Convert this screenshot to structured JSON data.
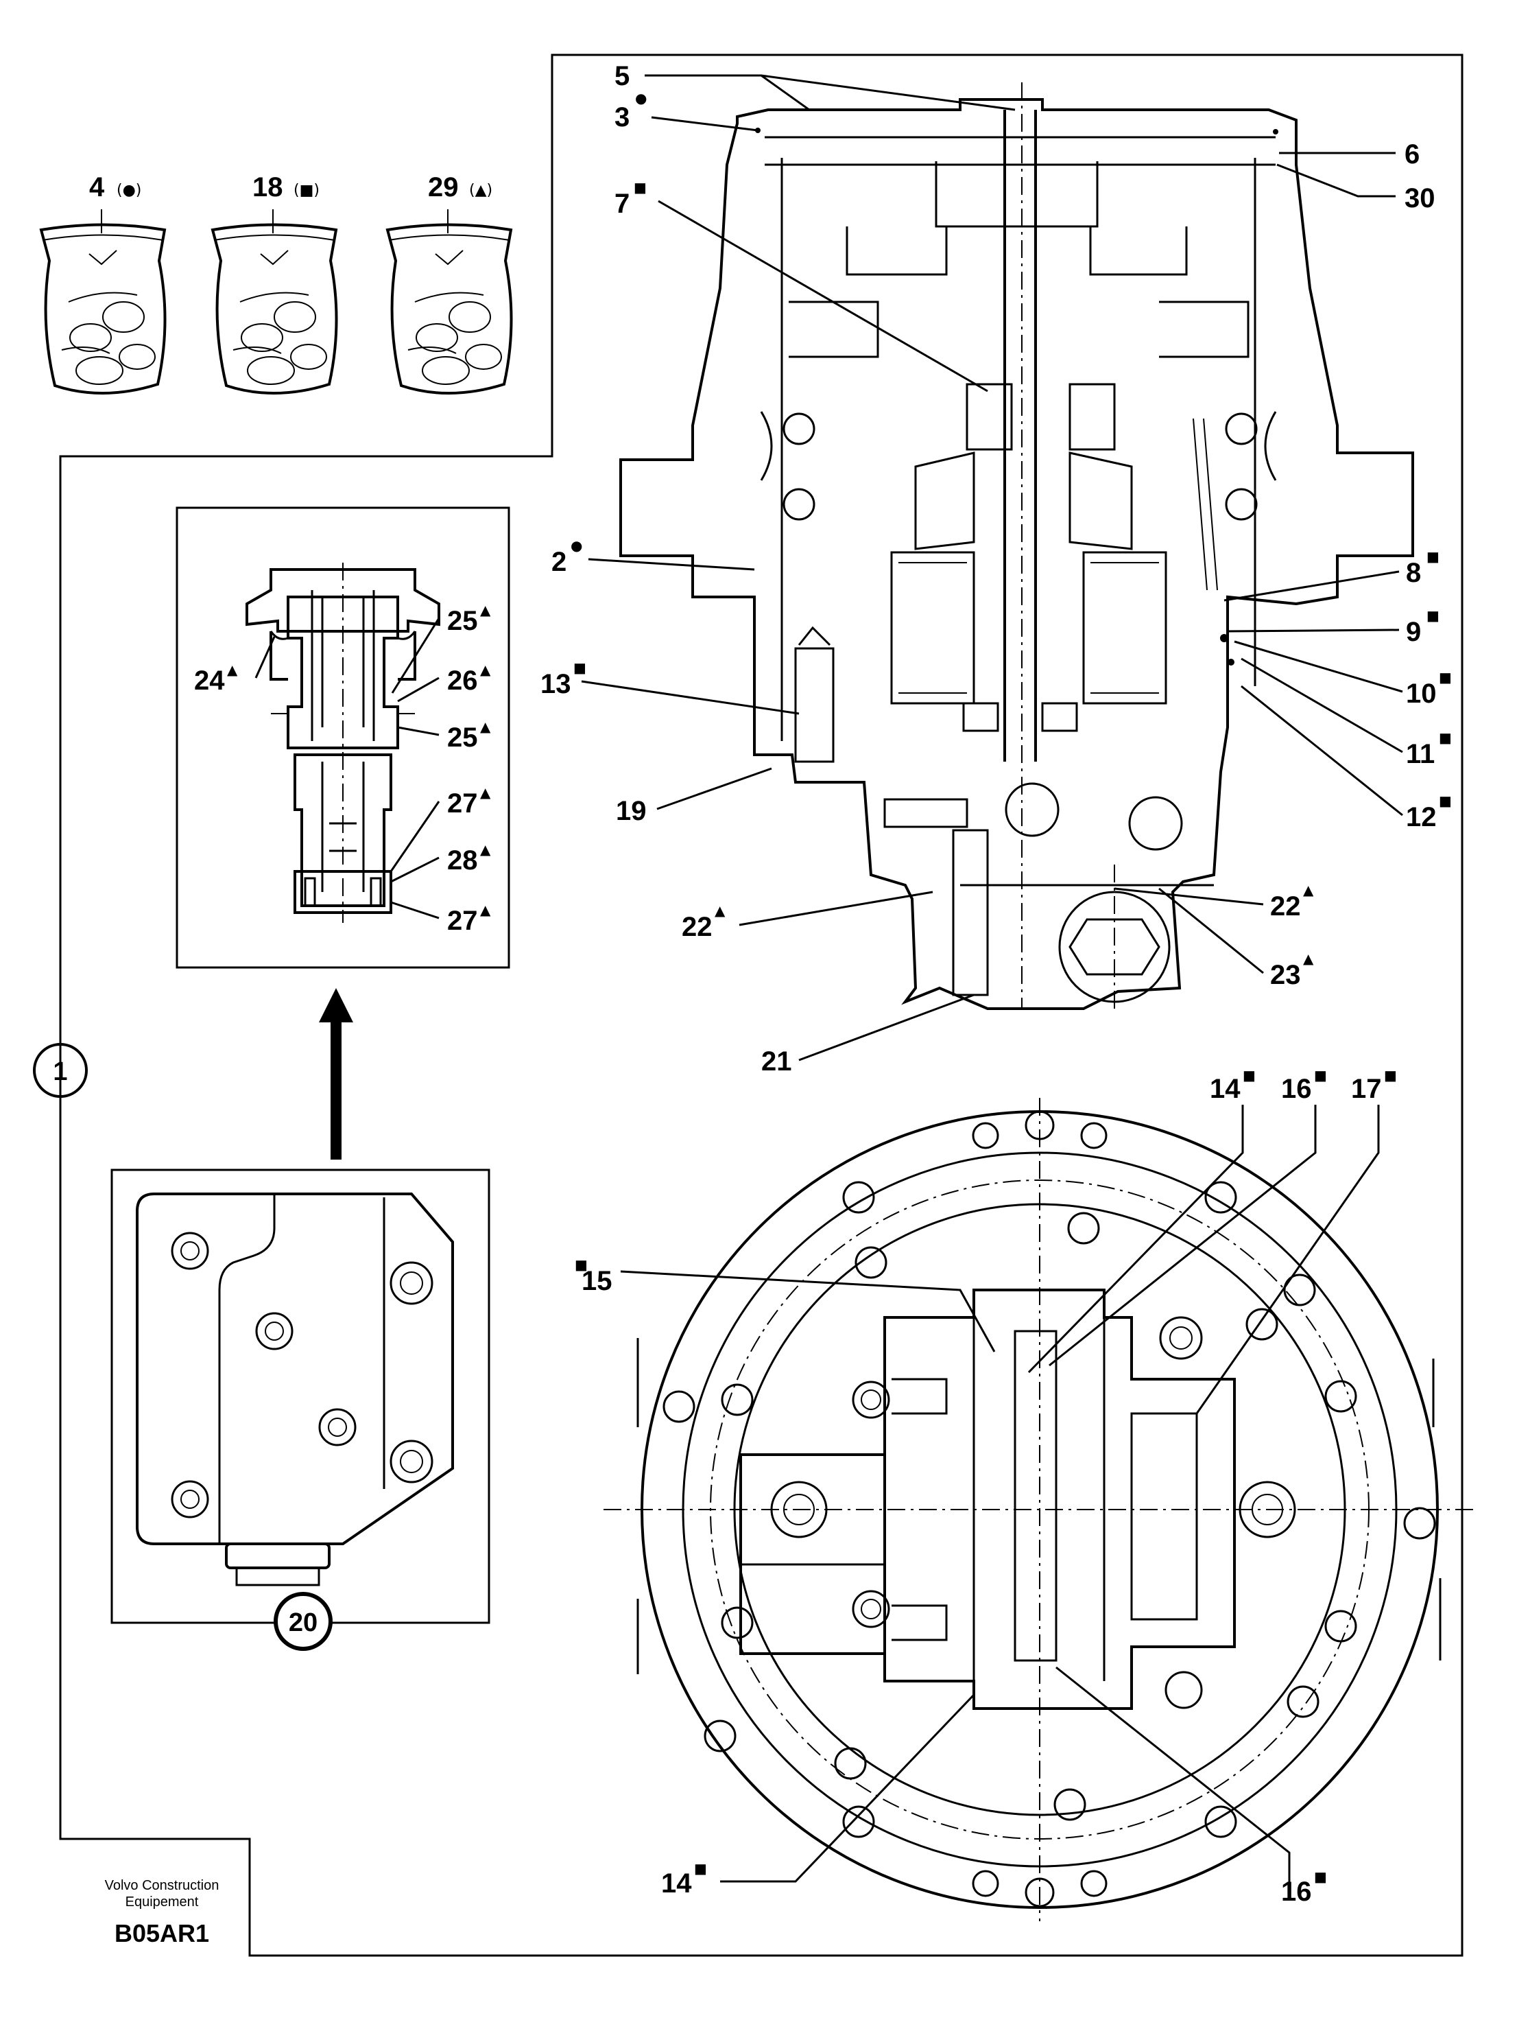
{
  "document": {
    "reference_code": "B05AR1",
    "publisher_line1": "Volvo Construction",
    "publisher_line2": "Equipement"
  },
  "kits": [
    {
      "number": "4",
      "marker": "(●)"
    },
    {
      "number": "18",
      "marker": "(■)"
    },
    {
      "number": "29",
      "marker": "(▲)"
    }
  ],
  "callouts": {
    "c5": {
      "number": "5",
      "marker": ""
    },
    "c3": {
      "number": "3",
      "marker": "●"
    },
    "c6": {
      "number": "6",
      "marker": ""
    },
    "c30": {
      "number": "30",
      "marker": ""
    },
    "c7": {
      "number": "7",
      "marker": "■"
    },
    "c2": {
      "number": "2",
      "marker": "●"
    },
    "c8": {
      "number": "8",
      "marker": "■"
    },
    "c9": {
      "number": "9",
      "marker": "■"
    },
    "c10": {
      "number": "10",
      "marker": "■"
    },
    "c11": {
      "number": "11",
      "marker": "■"
    },
    "c12": {
      "number": "12",
      "marker": "■"
    },
    "c13": {
      "number": "13",
      "marker": "■"
    },
    "c19": {
      "number": "19",
      "marker": ""
    },
    "c22a": {
      "number": "22",
      "marker": "▲"
    },
    "c22b": {
      "number": "22",
      "marker": "▲"
    },
    "c23": {
      "number": "23",
      "marker": "▲"
    },
    "c21": {
      "number": "21",
      "marker": ""
    },
    "c24": {
      "number": "24",
      "marker": "▲"
    },
    "c25a": {
      "number": "25",
      "marker": "▲"
    },
    "c26": {
      "number": "26",
      "marker": "▲"
    },
    "c25b": {
      "number": "25",
      "marker": "▲"
    },
    "c27a": {
      "number": "27",
      "marker": "▲"
    },
    "c28": {
      "number": "28",
      "marker": "▲"
    },
    "c27b": {
      "number": "27",
      "marker": "▲"
    },
    "c14a": {
      "number": "14",
      "marker": "■"
    },
    "c16a": {
      "number": "16",
      "marker": "■"
    },
    "c17": {
      "number": "17",
      "marker": "■"
    },
    "c15": {
      "number": "15",
      "marker": "■"
    },
    "c14b": {
      "number": "14",
      "marker": "■"
    },
    "c16b": {
      "number": "16",
      "marker": "■"
    }
  },
  "circled_labels": {
    "group": "1",
    "valve": "20"
  }
}
